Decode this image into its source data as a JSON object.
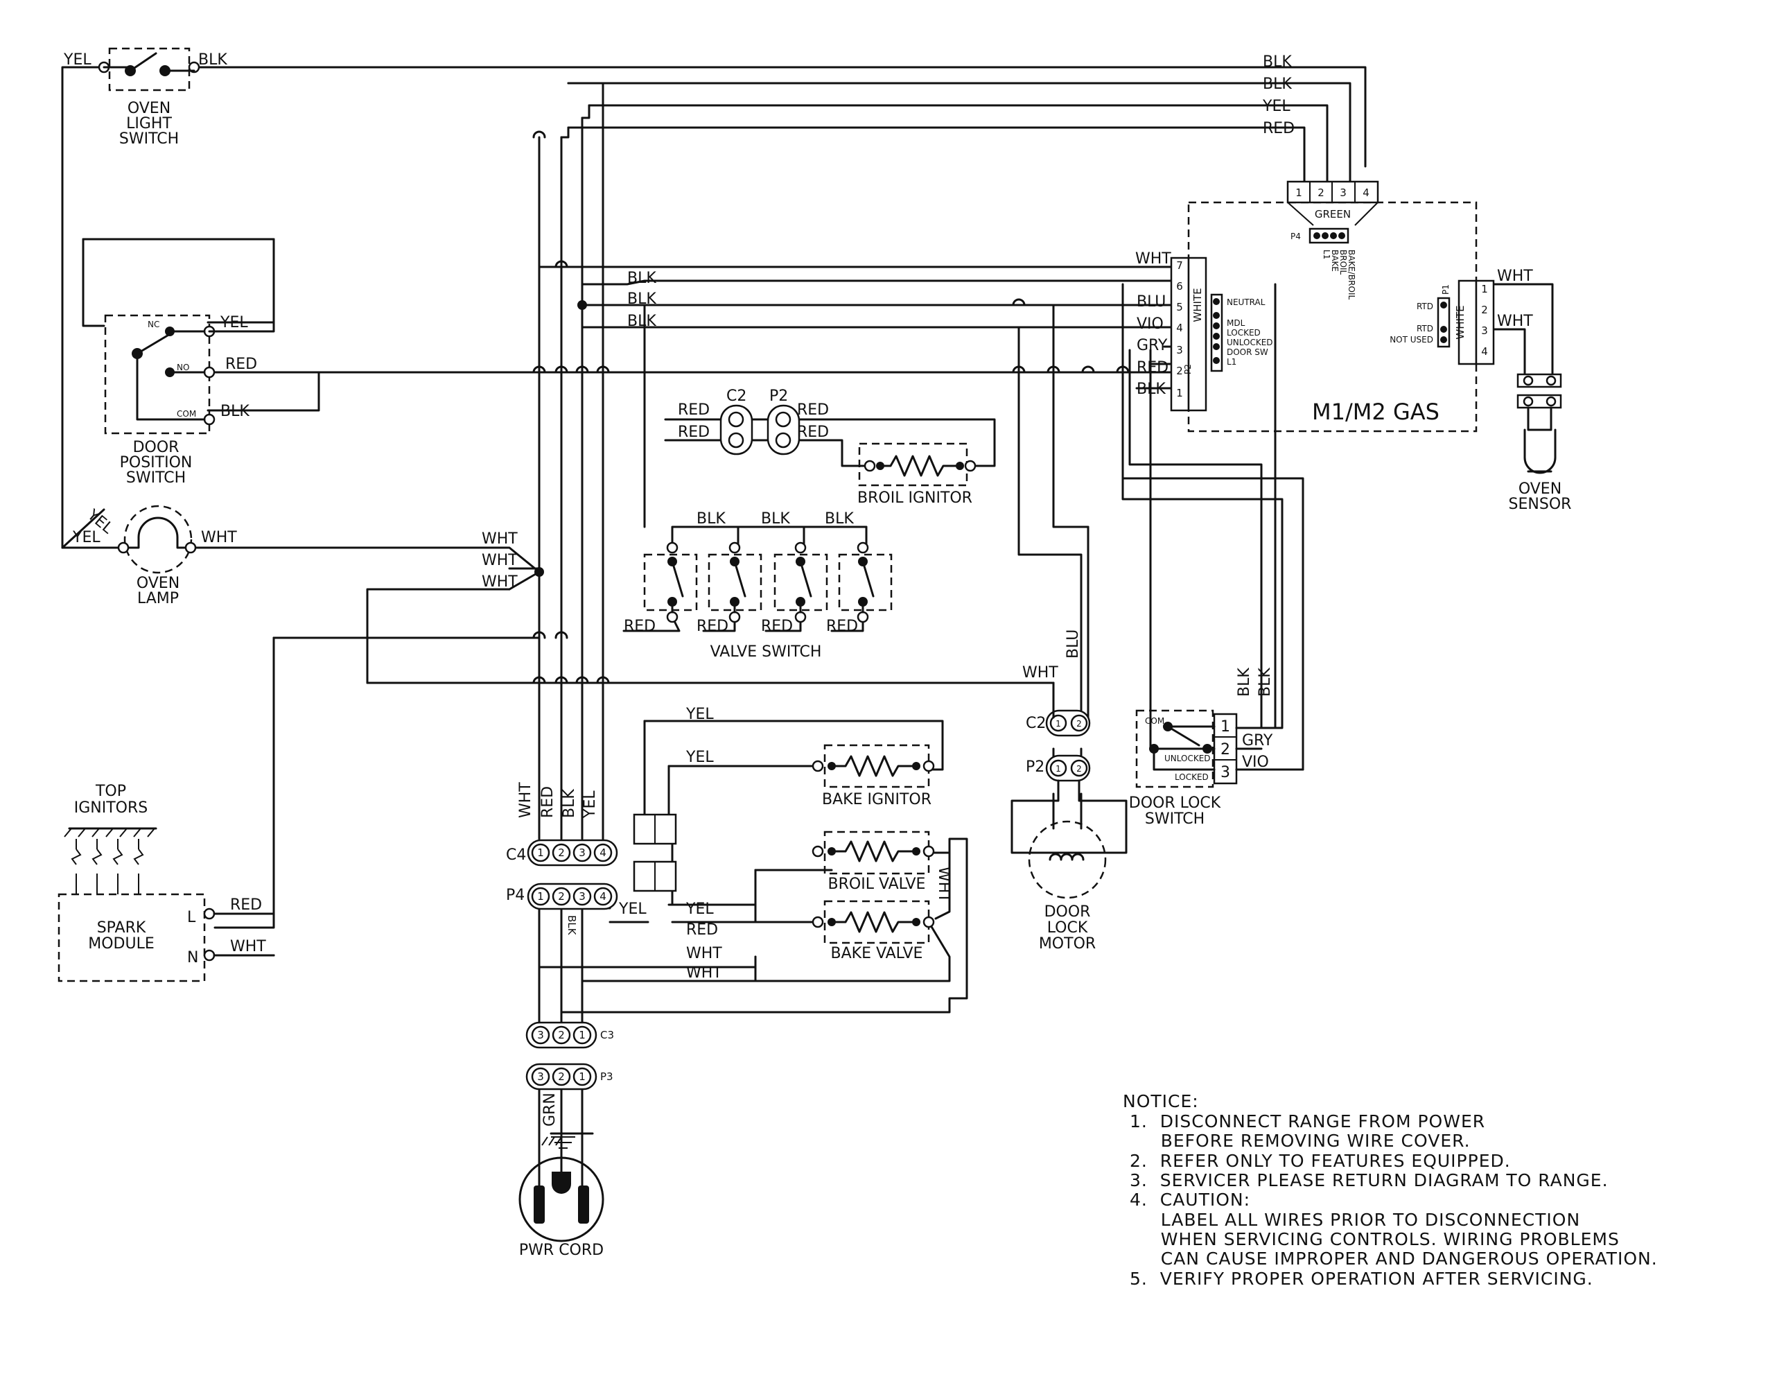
{
  "wire_colors": {
    "yel": "YEL",
    "blk": "BLK",
    "red": "RED",
    "wht": "WHT",
    "blu": "BLU",
    "vio": "VIO",
    "gry": "GRY",
    "grn": "GRN",
    "green": "GREEN",
    "white": "WHITE"
  },
  "components": {
    "oven_light_switch": [
      "OVEN",
      "LIGHT",
      "SWITCH"
    ],
    "door_position_switch": [
      "DOOR",
      "POSITION",
      "SWITCH"
    ],
    "door_position_contacts": {
      "nc": "NC",
      "no": "NO",
      "com": "COM"
    },
    "oven_lamp": [
      "OVEN",
      "LAMP"
    ],
    "top_ignitors": [
      "TOP",
      "IGNITORS"
    ],
    "spark_module": [
      "SPARK",
      "MODULE"
    ],
    "spark_terminals": {
      "l": "L",
      "n": "N"
    },
    "broil_ignitor": "BROIL IGNITOR",
    "valve_switch": "VALVE SWITCH",
    "bake_ignitor": "BAKE IGNITOR",
    "broil_valve": "BROIL VALVE",
    "bake_valve": "BAKE VALVE",
    "pwr_cord": "PWR CORD",
    "door_lock_motor": [
      "DOOR",
      "LOCK",
      "MOTOR"
    ],
    "door_lock_switch": [
      "DOOR LOCK",
      "SWITCH"
    ],
    "door_lock_contacts": {
      "com": "COM",
      "unlocked": "UNLOCKED",
      "locked": "LOCKED"
    },
    "oven_sensor": [
      "OVEN",
      "SENSOR"
    ],
    "control": "M1/M2 GAS"
  },
  "connectors": {
    "c2": "C2",
    "p2": "P2",
    "c4": "C4",
    "p4": "P4",
    "c3": "C3",
    "p3": "P3",
    "p1": "P1",
    "pin_numbers": [
      "1",
      "2",
      "3",
      "4",
      "5",
      "6",
      "7"
    ]
  },
  "control_labels": {
    "p4_pins": [
      "L1",
      "BAKE",
      "BROIL",
      "BAKE/BROIL"
    ],
    "p2_pins": [
      "NEUTRAL",
      "MDL",
      "LOCKED",
      "UNLOCKED",
      "DOOR SW",
      "L1"
    ],
    "p1_pins": [
      "RTD",
      "RTD",
      "NOT USED"
    ]
  },
  "notice": {
    "title": "NOTICE:",
    "lines": [
      "1.  DISCONNECT RANGE FROM POWER",
      "     BEFORE REMOVING WIRE COVER.",
      "2.  REFER ONLY TO FEATURES EQUIPPED.",
      "3.  SERVICER PLEASE RETURN DIAGRAM TO RANGE.",
      "4.  CAUTION:",
      "     LABEL ALL WIRES PRIOR TO DISCONNECTION",
      "     WHEN SERVICING CONTROLS. WIRING PROBLEMS",
      "     CAN CAUSE IMPROPER AND DANGEROUS OPERATION.",
      "5.  VERIFY PROPER OPERATION AFTER SERVICING."
    ]
  }
}
